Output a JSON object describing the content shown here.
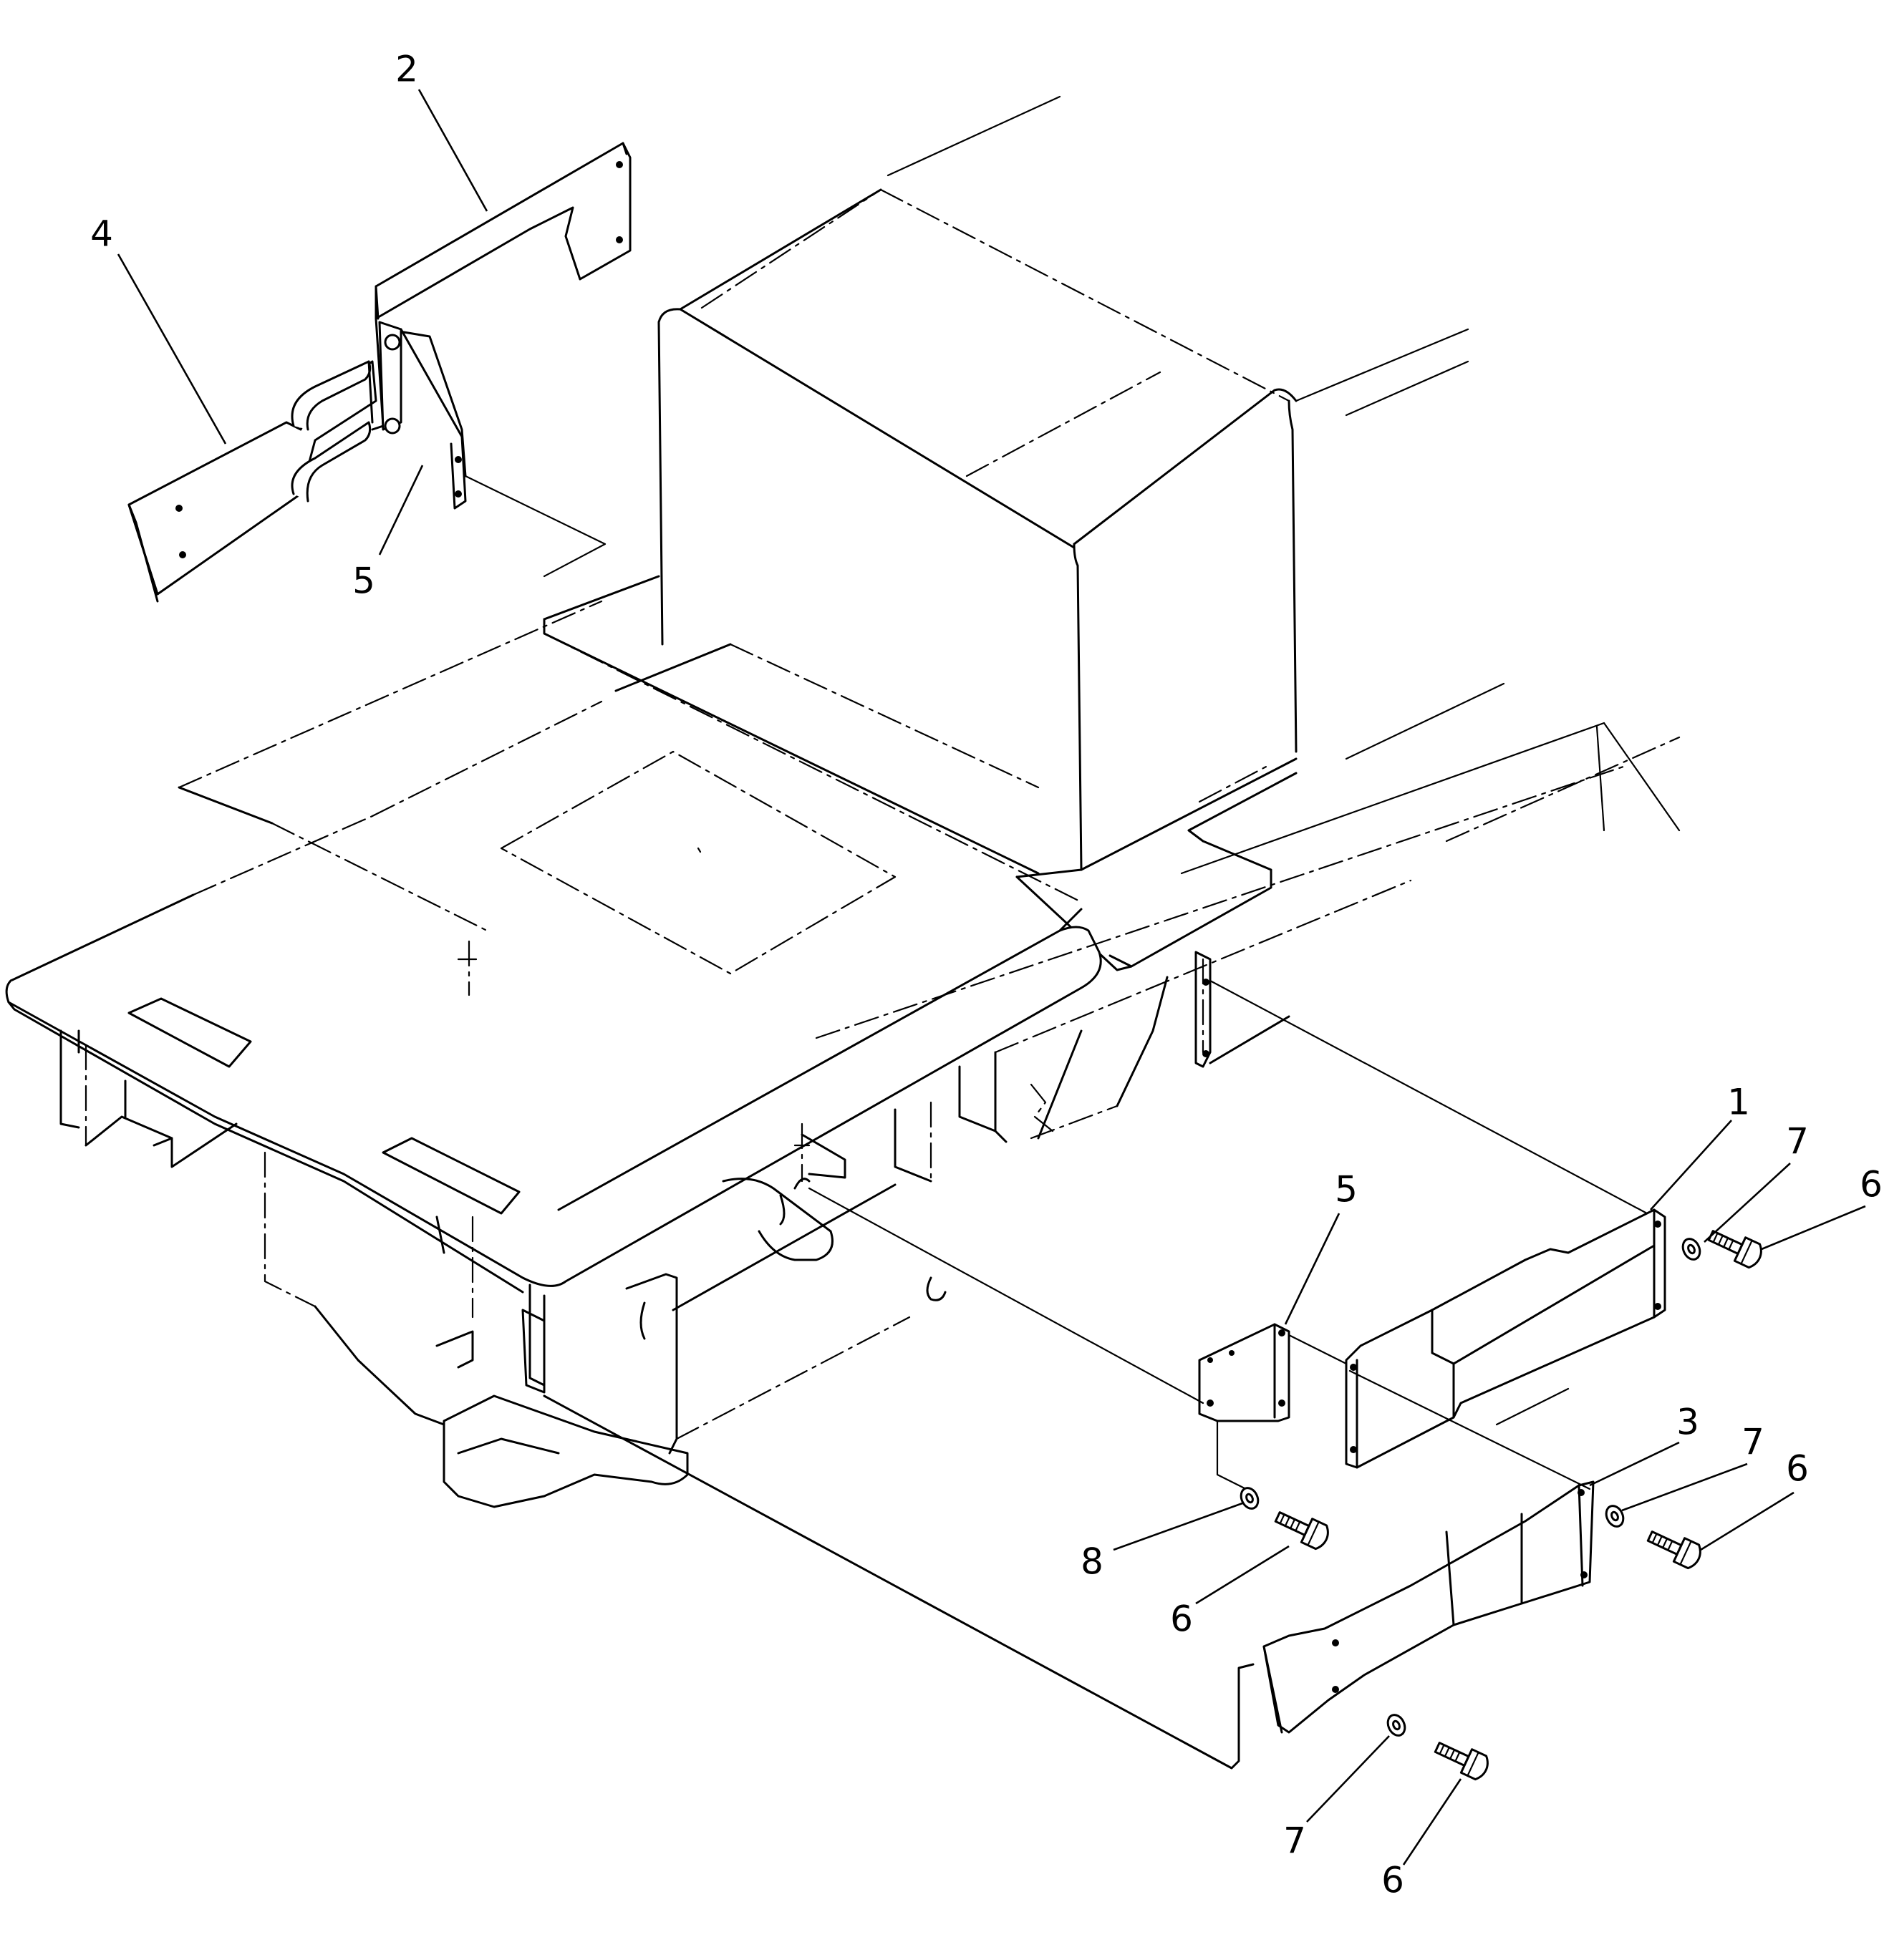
{
  "callouts": [
    {
      "id": "c1",
      "text": "1"
    },
    {
      "id": "c2",
      "text": "2"
    },
    {
      "id": "c3",
      "text": "3"
    },
    {
      "id": "c4",
      "text": "4"
    },
    {
      "id": "c5a",
      "text": "5"
    },
    {
      "id": "c5b",
      "text": "5"
    },
    {
      "id": "c6a",
      "text": "6"
    },
    {
      "id": "c6b",
      "text": "6"
    },
    {
      "id": "c6c",
      "text": "6"
    },
    {
      "id": "c6d",
      "text": "6"
    },
    {
      "id": "c7a",
      "text": "7"
    },
    {
      "id": "c7b",
      "text": "7"
    },
    {
      "id": "c7c",
      "text": "7"
    },
    {
      "id": "c8",
      "text": "8"
    }
  ]
}
